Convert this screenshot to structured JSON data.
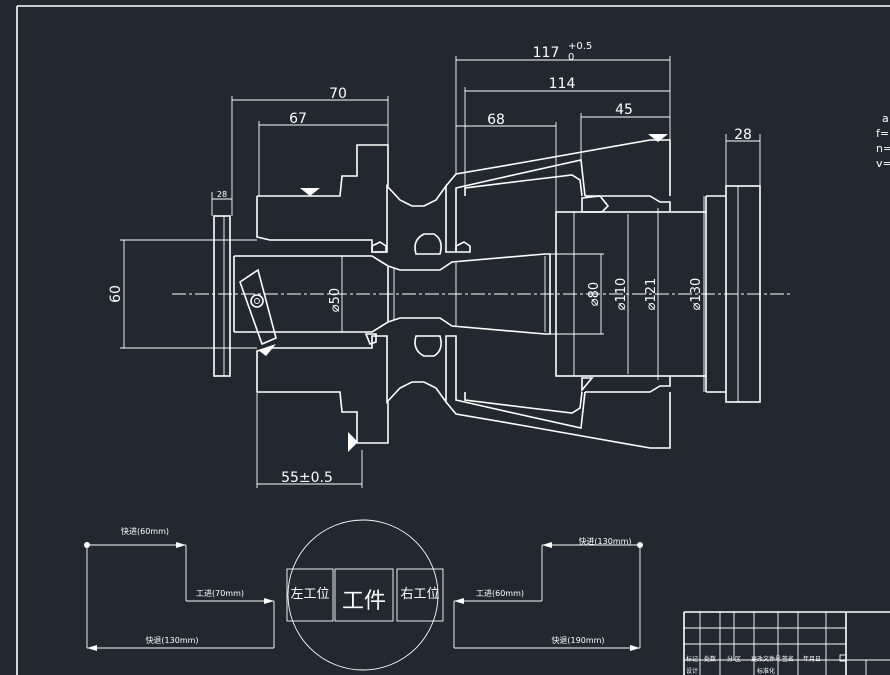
{
  "drawing": {
    "dimensions": {
      "overall_length": "117",
      "overall_tol_upper": "+0.5",
      "overall_tol_lower": "0",
      "d114": "114",
      "d70": "70",
      "d67": "67",
      "d68": "68",
      "d45": "45",
      "d28_right": "28",
      "d28_left": "28",
      "d60": "60",
      "dia50": "⌀50",
      "dia80": "⌀80",
      "dia110": "⌀110",
      "dia121": "⌀121",
      "dia130": "⌀130",
      "d55": "55±0.5"
    },
    "cutting_params": [
      "a",
      "f=",
      "n=",
      "v="
    ],
    "feed_diagram": {
      "left": {
        "rapid_in": "快进(60mm)",
        "work_feed": "工进(70mm)",
        "rapid_return": "快退(130mm)"
      },
      "right": {
        "rapid_in": "快进(130mm)",
        "work_feed": "工进(60mm)",
        "rapid_return": "快退(190mm)"
      },
      "station_left": "左工位",
      "workpiece": "工件",
      "station_right": "右工位"
    },
    "title_block": {
      "row_labels": [
        "标记",
        "处数",
        "分 区",
        "更改文件号",
        "签名",
        "年月日"
      ],
      "design": "设计",
      "standardize": "标准化"
    },
    "colors": {
      "background": "#212830",
      "lines": "#ffffff"
    }
  }
}
